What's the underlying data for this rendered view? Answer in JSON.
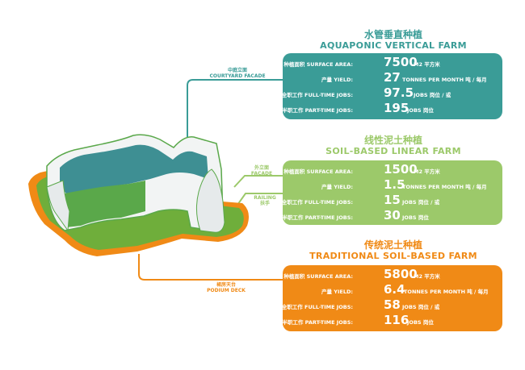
{
  "farms": [
    {
      "key": "aquaponic",
      "title_zh": "水管垂直种植",
      "title_en": "AQUAPONIC VERTICAL FARM",
      "color": "#3a9c97",
      "rows": [
        {
          "label": "种植面积 SURFACE AREA:",
          "value": "7500",
          "unit": "M2  平方米"
        },
        {
          "label": "产量 YIELD:",
          "value": "27",
          "unit": "TONNES PER MONTH  吨 / 每月"
        },
        {
          "label": "全职工作 FULL-TIME JOBS:",
          "value": "97.5",
          "unit": "JOBS 岗位   / 或"
        },
        {
          "label": "半职工作 PART-TIME JOBS:",
          "value": "195",
          "unit": "JOBS 岗位"
        }
      ]
    },
    {
      "key": "linear",
      "title_zh": "线性泥土种植",
      "title_en": "SOIL-BASED LINEAR FARM",
      "color": "#9cc96a",
      "rows": [
        {
          "label": "种植面积 SURFACE AREA:",
          "value": "1500",
          "unit": "M2  平方米"
        },
        {
          "label": "产量 YIELD:",
          "value": "1.5",
          "unit": "TONNES PER MONTH  吨 / 每月"
        },
        {
          "label": "全职工作 FULL-TIME JOBS:",
          "value": "15",
          "unit": "JOBS 岗位   / 或"
        },
        {
          "label": "半职工作 PART-TIME JOBS:",
          "value": "30",
          "unit": "JOBS 岗位"
        }
      ]
    },
    {
      "key": "traditional",
      "title_zh": "传统泥土种植",
      "title_en": "TRADITIONAL SOIL-BASED  FARM",
      "color": "#f08a16",
      "rows": [
        {
          "label": "种植面积 SURFACE AREA:",
          "value": "5800",
          "unit": "M2  平方米"
        },
        {
          "label": "产量 YIELD:",
          "value": "6.4",
          "unit": "TONNES PER MONTH  吨 / 每月"
        },
        {
          "label": "全职工作 FULL-TIME JOBS:",
          "value": "58",
          "unit": "JOBS 岗位   / 或"
        },
        {
          "label": "半职工作 PART-TIME JOBS:",
          "value": "116",
          "unit": "JOBS 岗位"
        }
      ]
    }
  ],
  "tags": {
    "courtyard": {
      "zh": "中庭立面",
      "en": "COURTYARD FACADE"
    },
    "facade": {
      "zh": "外立面",
      "en": "FACADE"
    },
    "railing": {
      "zh": "扶手",
      "en": "RAILING"
    },
    "podium": {
      "zh": "裙房天台",
      "en": "PODIUM DECK"
    }
  },
  "colors": {
    "teal": "#3a9c97",
    "green": "#9cc96a",
    "orange": "#f08a16",
    "building_white": "#f2f4f4",
    "deck_green": "#6fae3b"
  }
}
